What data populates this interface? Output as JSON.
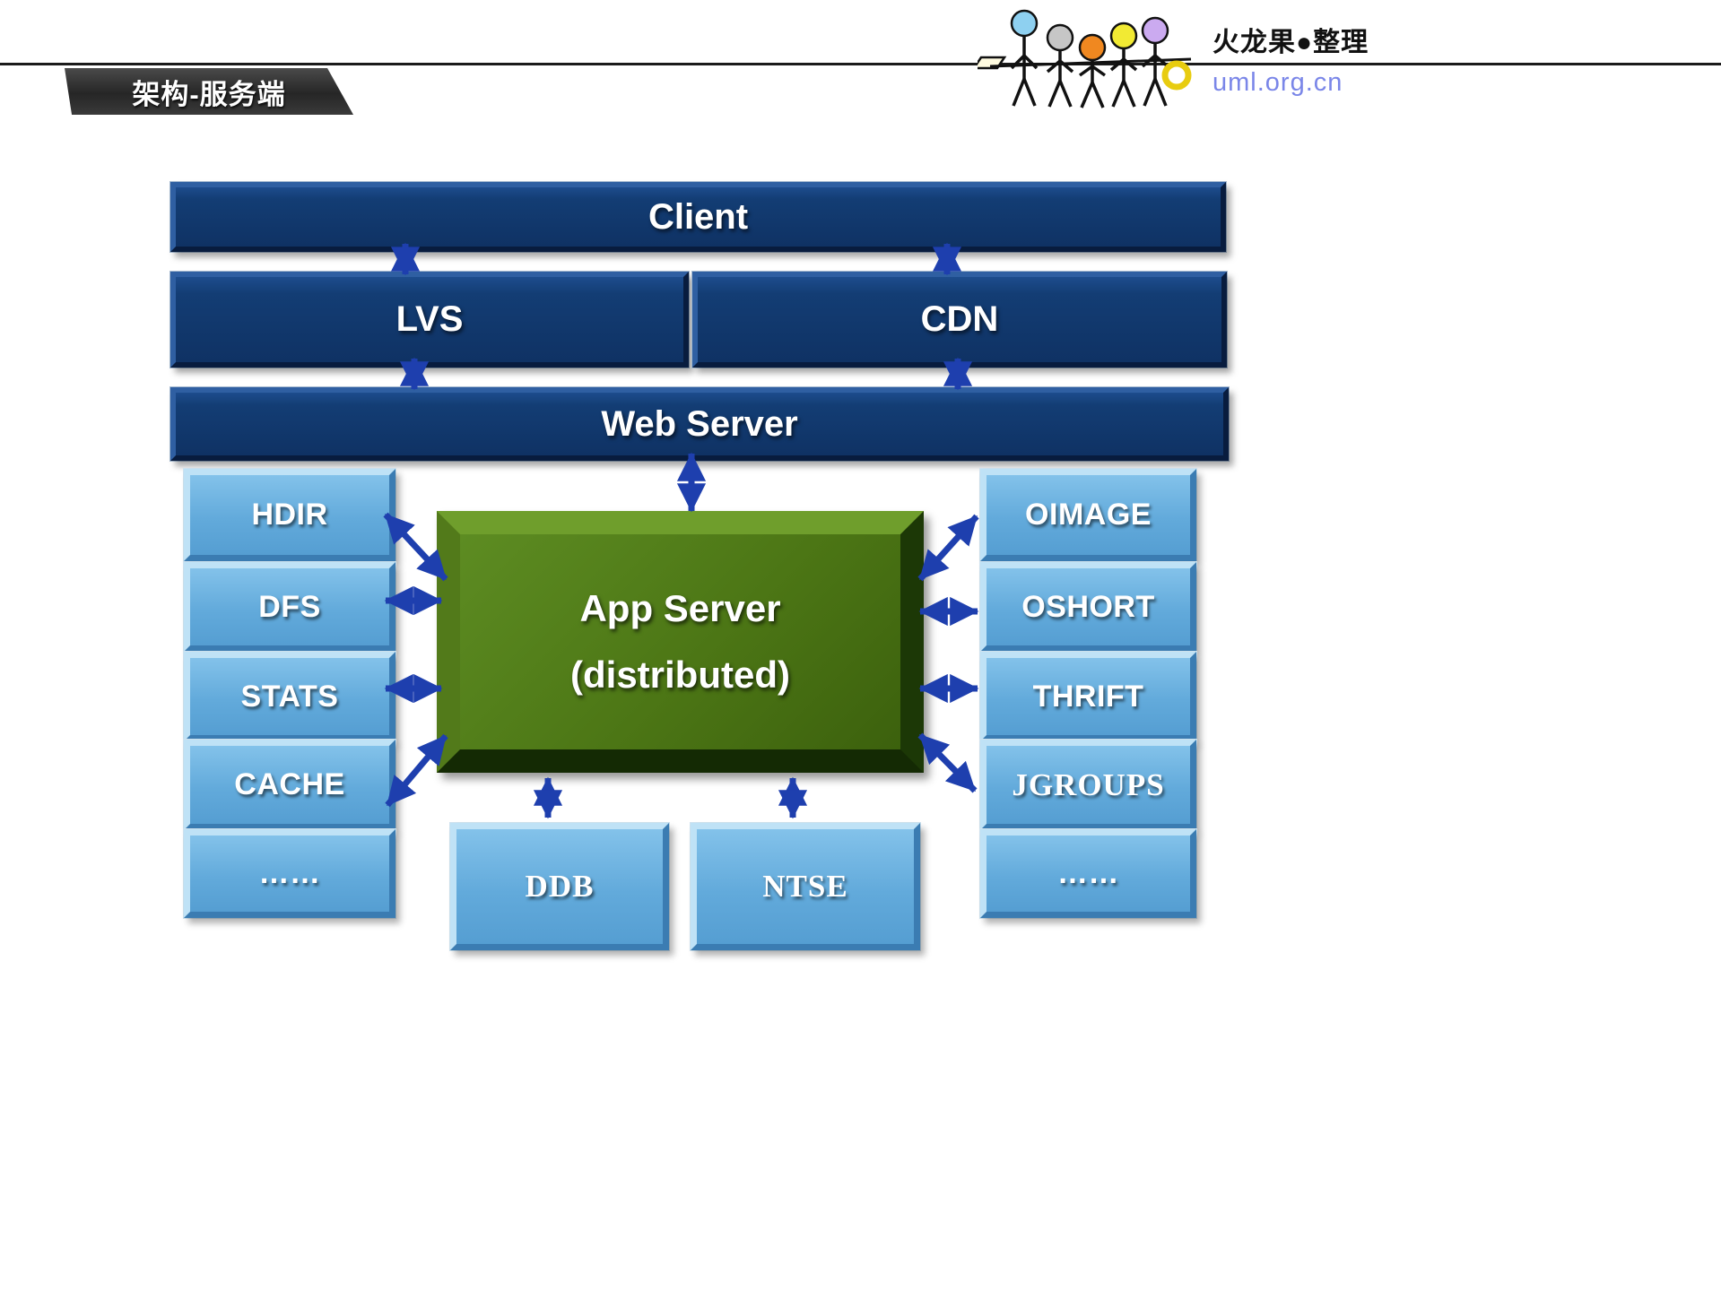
{
  "header": {
    "badge_label": "架构-服务端",
    "brand_title": "火龙果●整理",
    "brand_site": "uml.org.cn"
  },
  "diagram": {
    "client_label": "Client",
    "lvs_label": "LVS",
    "cdn_label": "CDN",
    "web_server_label": "Web Server",
    "app_server_line1": "App Server",
    "app_server_line2": "(distributed)",
    "left_boxes": [
      "HDIR",
      "DFS",
      "STATS",
      "CACHE",
      "……"
    ],
    "right_boxes": [
      "OIMAGE",
      "OSHORT",
      "THRIFT",
      "JGROUPS",
      "……"
    ],
    "bottom_boxes": [
      "DDB",
      "NTSE"
    ]
  },
  "colors": {
    "navy": "#123a6e",
    "light_blue": "#66aedd",
    "green": "#4a7414",
    "arrow": "#1e3fae",
    "brand_blue": "#7a86e8"
  }
}
